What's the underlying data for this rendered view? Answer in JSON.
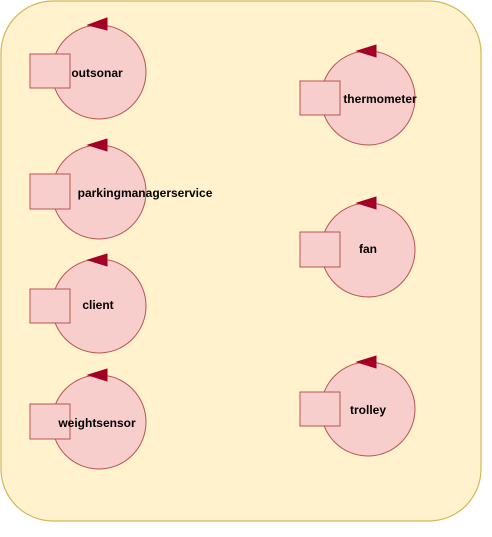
{
  "colors": {
    "container_fill": "#fff2cc",
    "container_stroke": "#d6b656",
    "node_fill": "#f8cecc",
    "node_stroke": "#b85450",
    "marker_fill": "#a20025",
    "text": "#000000"
  },
  "nodes": [
    {
      "id": "outsonar",
      "label": "outsonar"
    },
    {
      "id": "parkingmanagerservice",
      "label": "parkingmanagerservice"
    },
    {
      "id": "client",
      "label": "client"
    },
    {
      "id": "weightsensor",
      "label": "weightsensor"
    },
    {
      "id": "thermometer",
      "label": "thermometer"
    },
    {
      "id": "fan",
      "label": "fan"
    },
    {
      "id": "trolley",
      "label": "trolley"
    }
  ]
}
